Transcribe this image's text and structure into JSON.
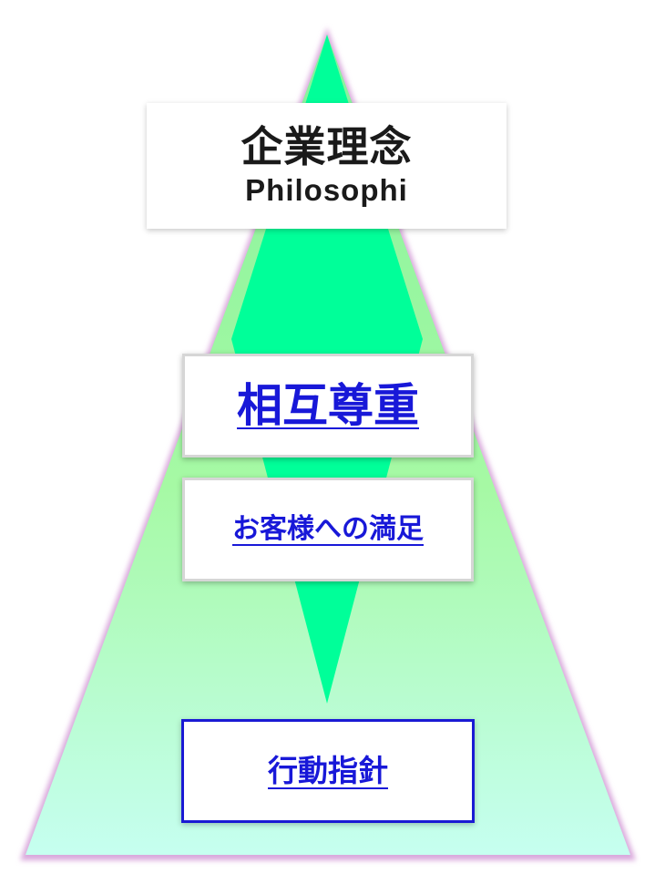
{
  "diagram": {
    "philosophy": {
      "title_jp": "企業理念",
      "title_en": "Philosophi"
    },
    "values": [
      {
        "label": "相互尊重"
      },
      {
        "label": "お客様への満足"
      }
    ],
    "guideline": {
      "label": "行動指針"
    }
  },
  "colors": {
    "pyramid_top": "#80f7a0",
    "pyramid_bottom": "#c6fff0",
    "pyramid_glow": "#d6a8d8",
    "inner_spike": "#00ff99",
    "value_text": "#1818d8",
    "guideline_border": "#1a1ad4"
  }
}
